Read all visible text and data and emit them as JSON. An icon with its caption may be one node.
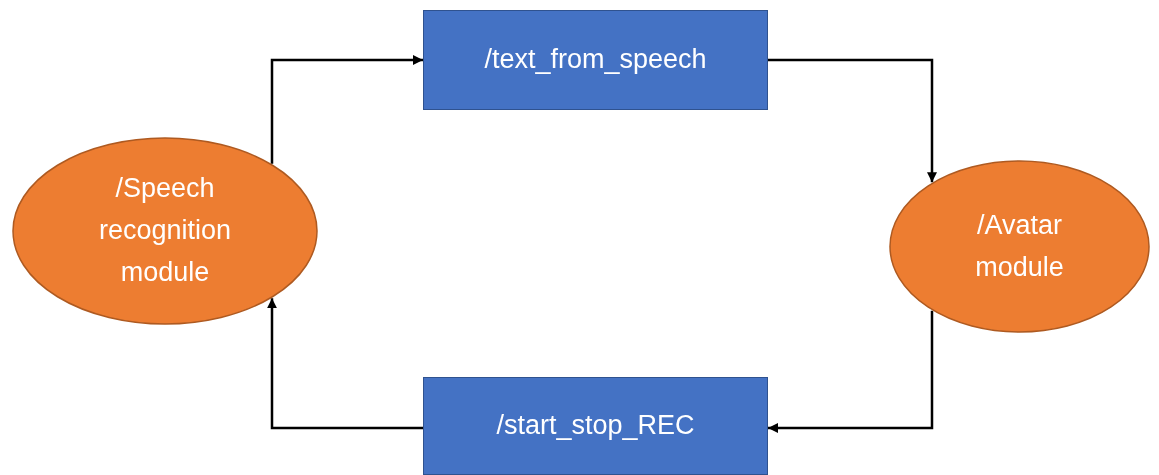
{
  "diagram": {
    "nodes": [
      {
        "text": [
          "/Speech recognition module"
        ]
      },
      {
        "text": [
          "/text_from_speech"
        ]
      },
      {
        "text": [
          "/Avatar module"
        ]
      },
      {
        "text": [
          "/start_stop_REC"
        ]
      }
    ],
    "edges": [
      {
        "from": 0,
        "to": 1,
        "arrow": "to"
      },
      {
        "from": 1,
        "to": 2,
        "arrow": "to"
      },
      {
        "from": 2,
        "to": 3,
        "arrow": "to"
      },
      {
        "from": 3,
        "to": 0,
        "arrow": "to"
      }
    ]
  }
}
